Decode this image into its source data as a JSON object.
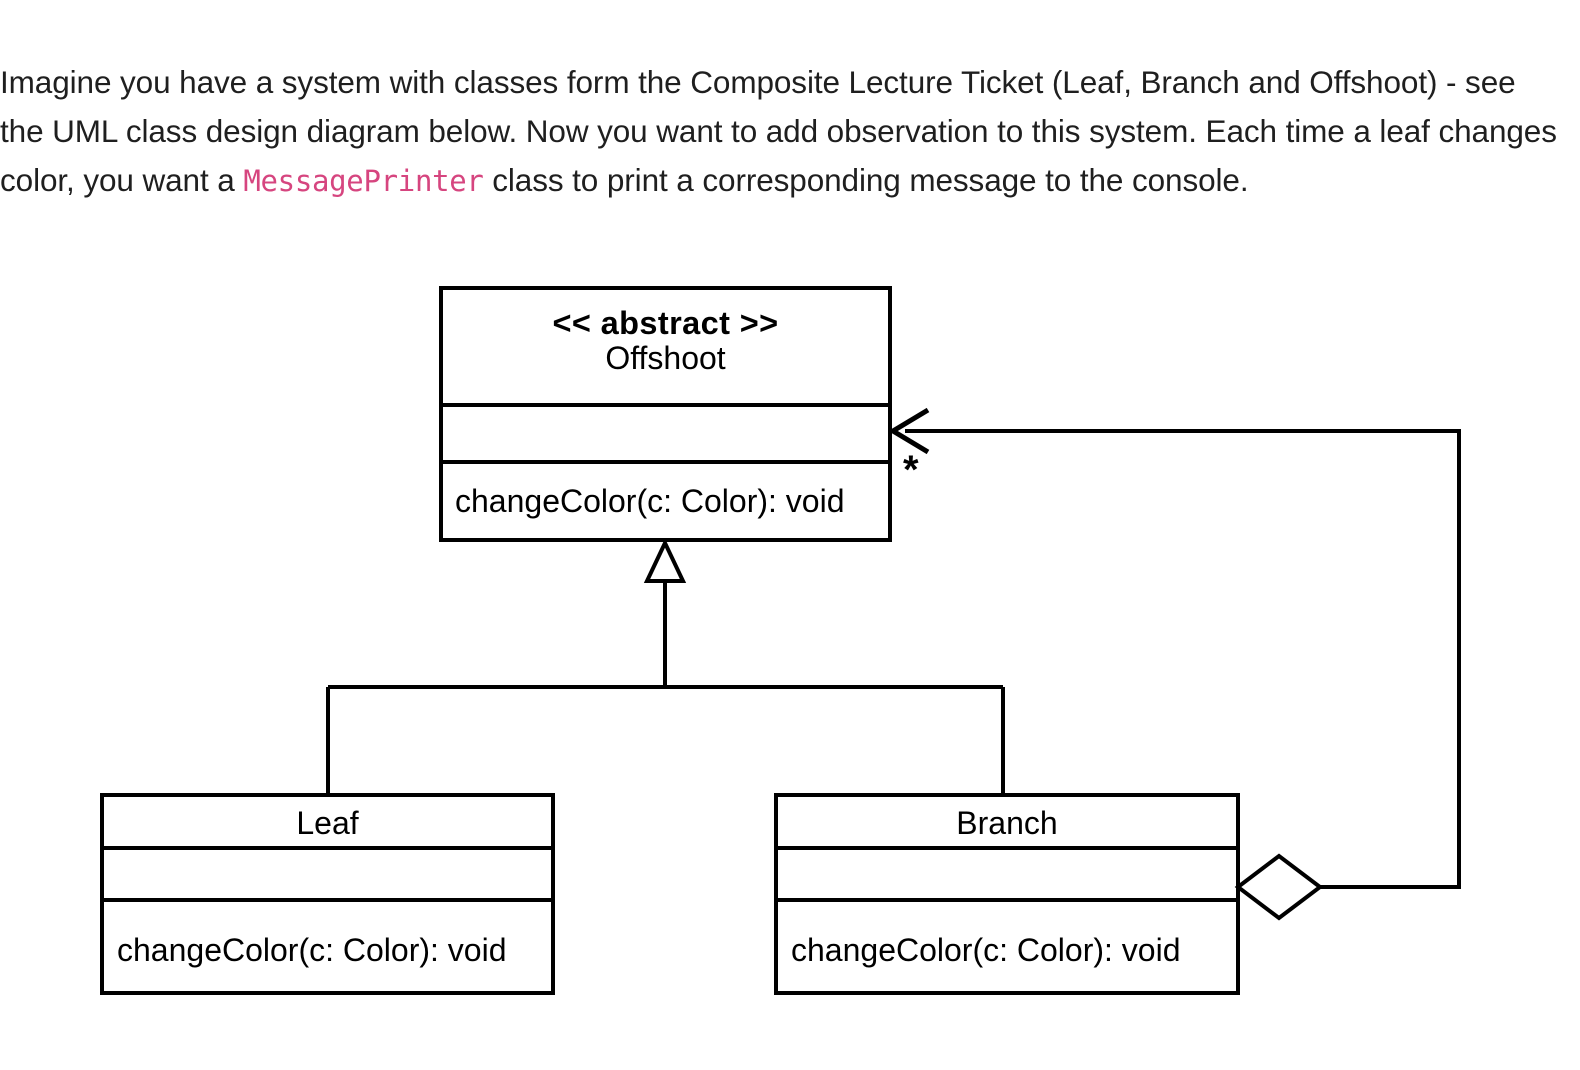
{
  "prompt": {
    "part1": "Imagine you have a system with classes form the Composite Lecture Ticket (Leaf, Branch and Offshoot) - see the UML class design diagram below. Now you want to add observation to this system. Each time a leaf changes color, you want a ",
    "code": "MessagePrinter",
    "part2": " class to print a corresponding message to the console.",
    "code_color": "#d6457f",
    "text_color": "#1f1f1f"
  },
  "diagram": {
    "type": "uml-class-diagram",
    "line_color": "#000000",
    "fill_color": "#ffffff",
    "classes": [
      {
        "id": "offshoot",
        "stereotype": "<< abstract >>",
        "name": "Offshoot",
        "attributes": [],
        "methods": [
          "changeColor(c: Color): void"
        ]
      },
      {
        "id": "leaf",
        "stereotype": "",
        "name": "Leaf",
        "attributes": [],
        "methods": [
          "changeColor(c: Color): void"
        ]
      },
      {
        "id": "branch",
        "stereotype": "",
        "name": "Branch",
        "attributes": [],
        "methods": [
          "changeColor(c: Color): void"
        ]
      }
    ],
    "relationships": [
      {
        "id": "leaf-inherits-offshoot",
        "kind": "generalization",
        "from": "Leaf",
        "to": "Offshoot",
        "marker": "hollow-triangle"
      },
      {
        "id": "branch-inherits-offshoot",
        "kind": "generalization",
        "from": "Branch",
        "to": "Offshoot",
        "marker": "hollow-triangle"
      },
      {
        "id": "branch-aggregates-offshoot",
        "kind": "aggregation",
        "from": "Branch",
        "to": "Offshoot",
        "marker": "hollow-diamond",
        "target_marker": "open-arrow",
        "multiplicity": "*"
      }
    ]
  }
}
